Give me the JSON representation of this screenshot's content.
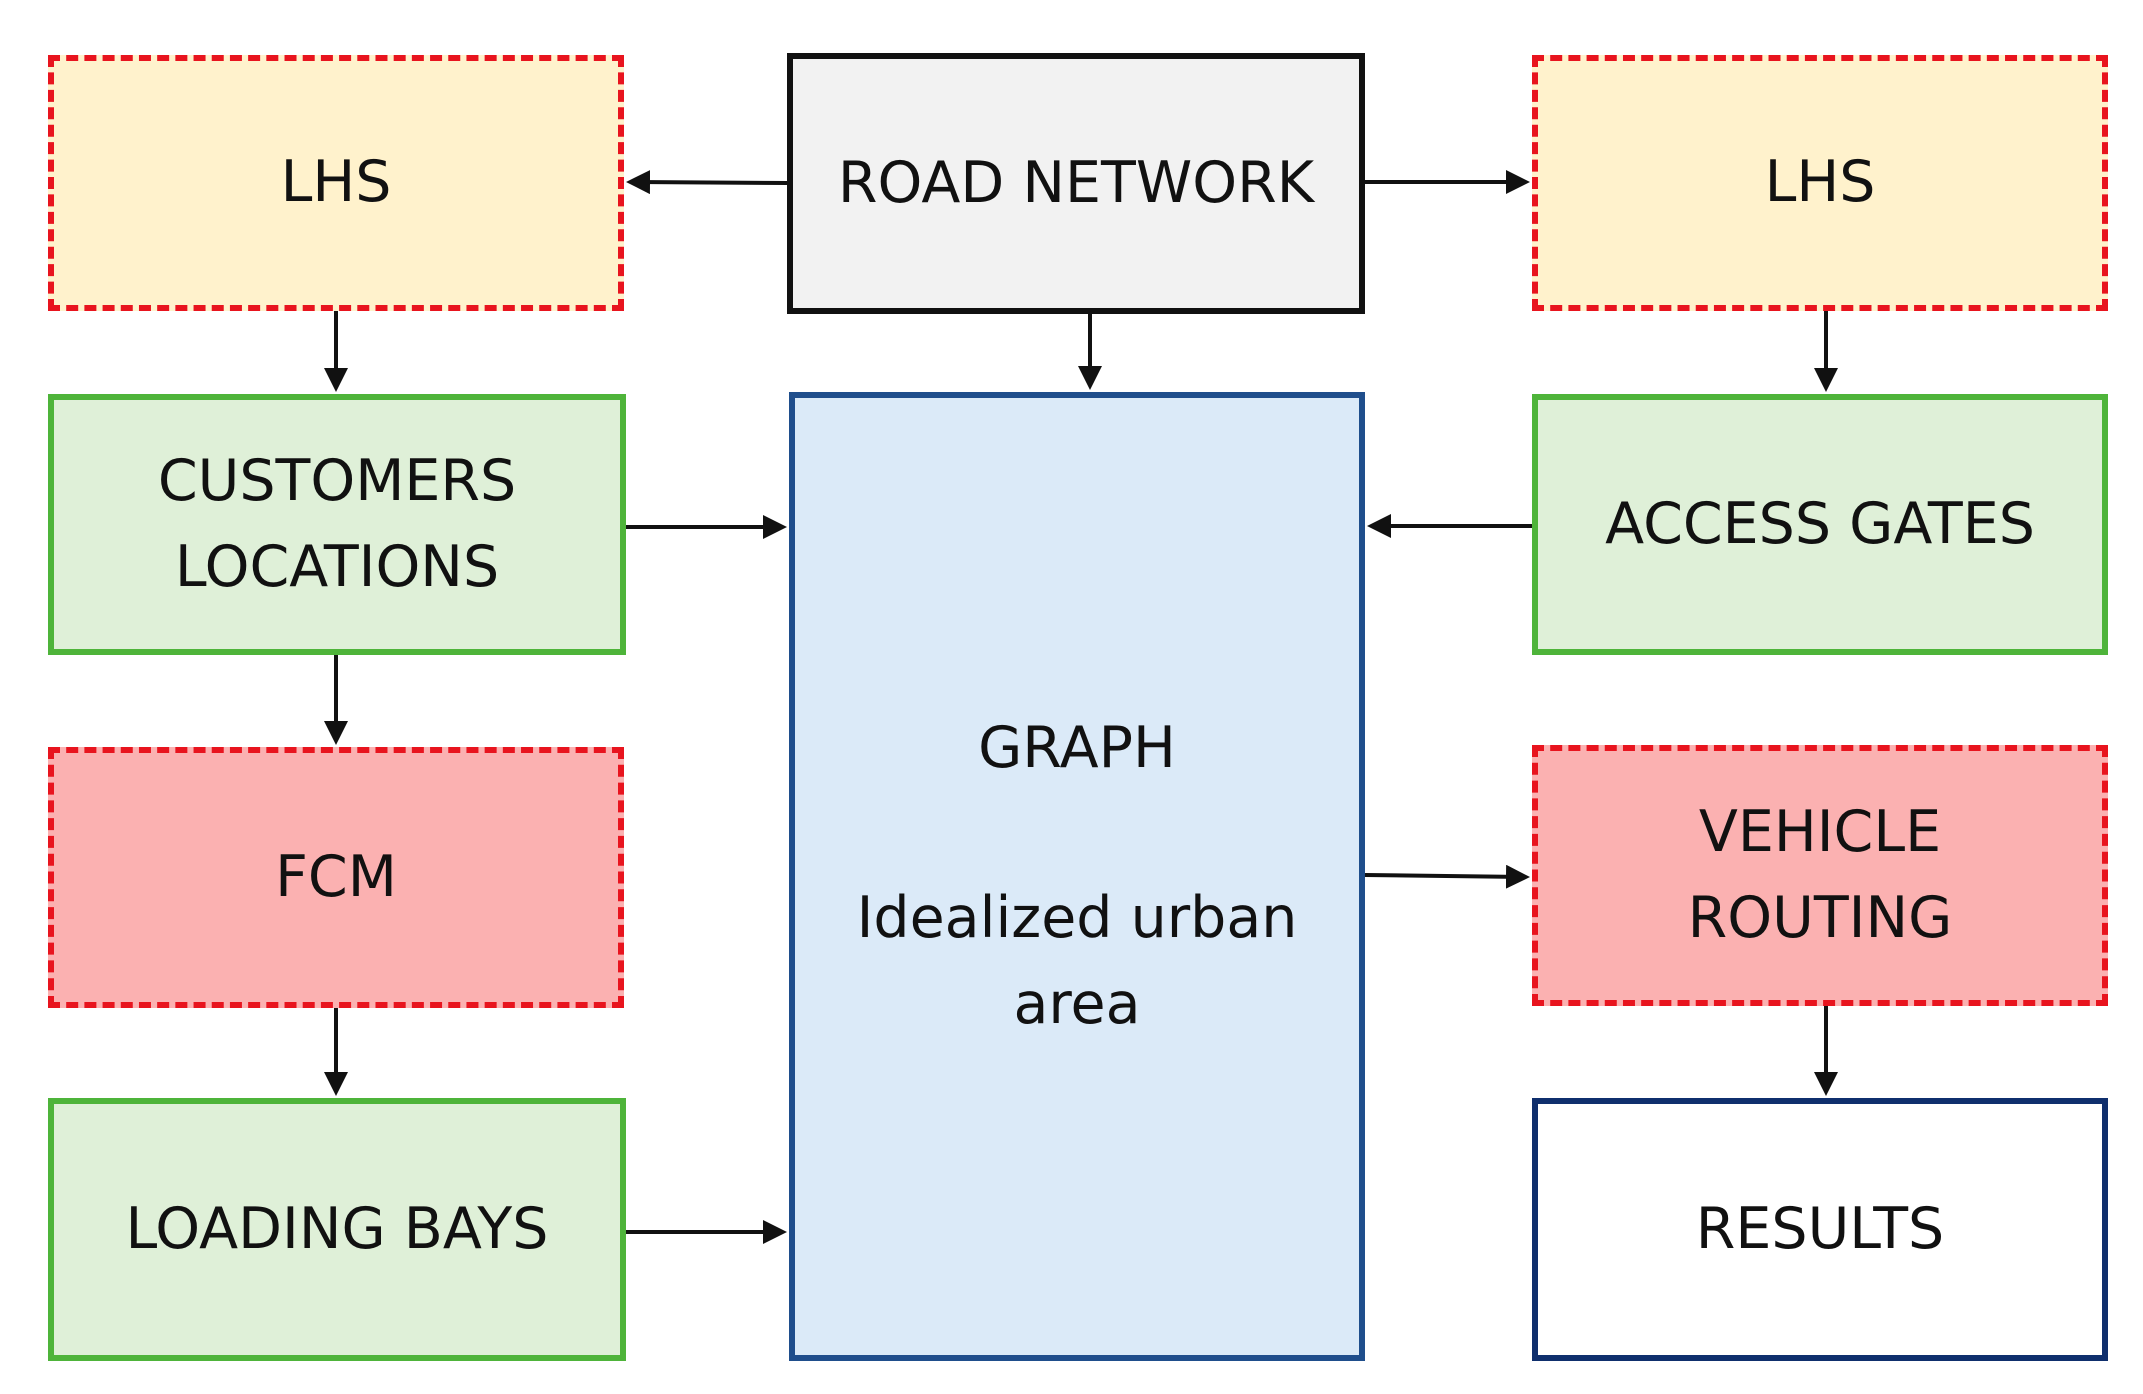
{
  "boxes": {
    "lhs_left": "LHS",
    "road_network": "ROAD NETWORK",
    "lhs_right": "LHS",
    "customers_locations": [
      "CUSTOMERS",
      "LOCATIONS"
    ],
    "graph": {
      "title": "GRAPH",
      "subtitle": [
        "Idealized urban",
        "area"
      ]
    },
    "access_gates": "ACCESS GATES",
    "fcm": "FCM",
    "vehicle_routing": [
      "VEHICLE",
      "ROUTING"
    ],
    "loading_bays": "LOADING BAYS",
    "results": "RESULTS"
  },
  "colors": {
    "dashed_border": "#e8141e",
    "lhs_fill": "#fff2cc",
    "process_fill": "#fbb1b1",
    "green_fill": "#dff0d8",
    "green_border": "#4eb43a",
    "road_fill": "#f2f2f2",
    "graph_fill": "#dbeaf8",
    "graph_border": "#1f4e8c",
    "results_border": "#0f2f6d",
    "arrow": "#111111"
  },
  "connections": [
    {
      "from": "road_network",
      "to": "lhs_left"
    },
    {
      "from": "road_network",
      "to": "lhs_right"
    },
    {
      "from": "road_network",
      "to": "graph"
    },
    {
      "from": "lhs_left",
      "to": "customers_locations"
    },
    {
      "from": "lhs_right",
      "to": "access_gates"
    },
    {
      "from": "customers_locations",
      "to": "graph"
    },
    {
      "from": "access_gates",
      "to": "graph"
    },
    {
      "from": "customers_locations",
      "to": "fcm"
    },
    {
      "from": "graph",
      "to": "vehicle_routing"
    },
    {
      "from": "fcm",
      "to": "loading_bays"
    },
    {
      "from": "vehicle_routing",
      "to": "results"
    },
    {
      "from": "loading_bays",
      "to": "graph"
    }
  ]
}
